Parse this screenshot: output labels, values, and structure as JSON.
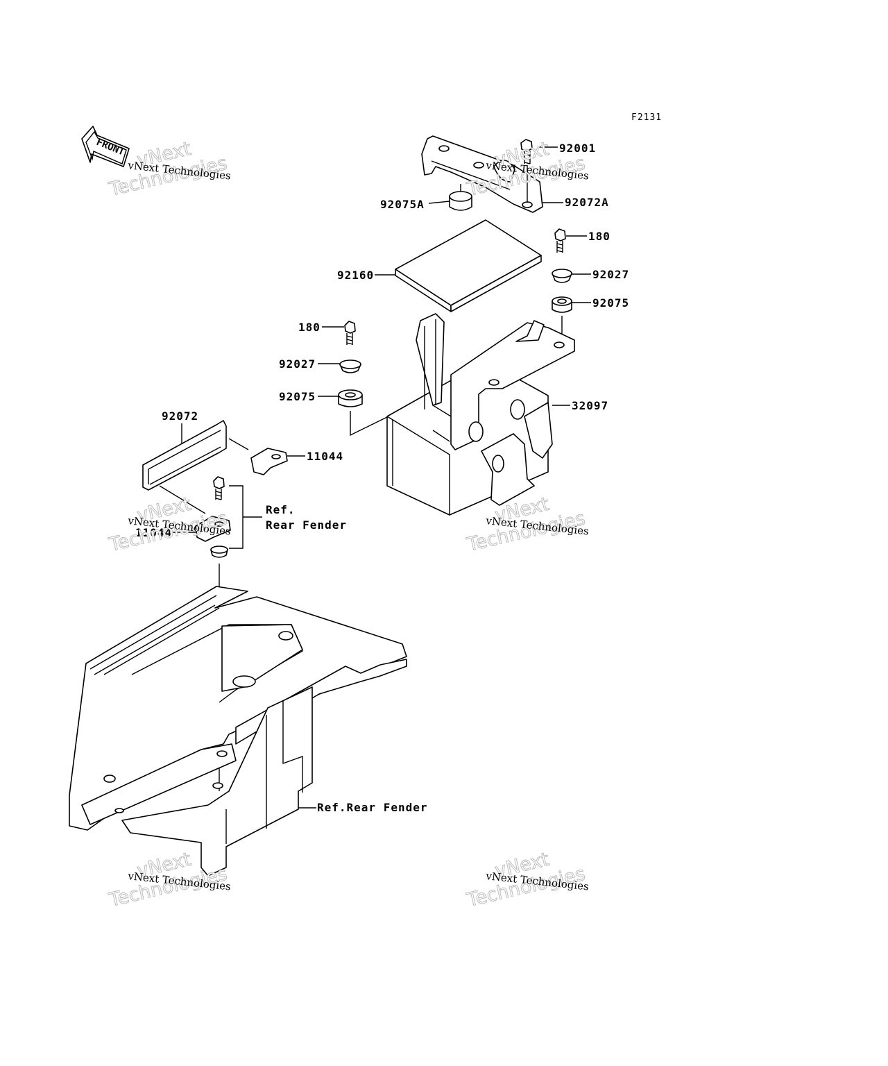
{
  "figure_code": "F2131",
  "front_arrow_text": "FRONT",
  "callouts": {
    "p92001": "92001",
    "p92075A": "92075A",
    "p92072A": "92072A",
    "p92160": "92160",
    "p180_right": "180",
    "p92027_right": "92027",
    "p92075_right": "92075",
    "p180_left": "180",
    "p92027_left": "92027",
    "p92075_left": "92075",
    "p32097": "32097",
    "p92072": "92072",
    "p11044_right": "11044",
    "p11044_left": "11044",
    "ref_line1": "Ref.",
    "ref_line2": "Rear Fender",
    "ref_rear_fender": "Ref.Rear Fender"
  },
  "watermark": {
    "small": "vNext Technologies",
    "big_line1": "vNext",
    "big_line2": "Technologies"
  }
}
